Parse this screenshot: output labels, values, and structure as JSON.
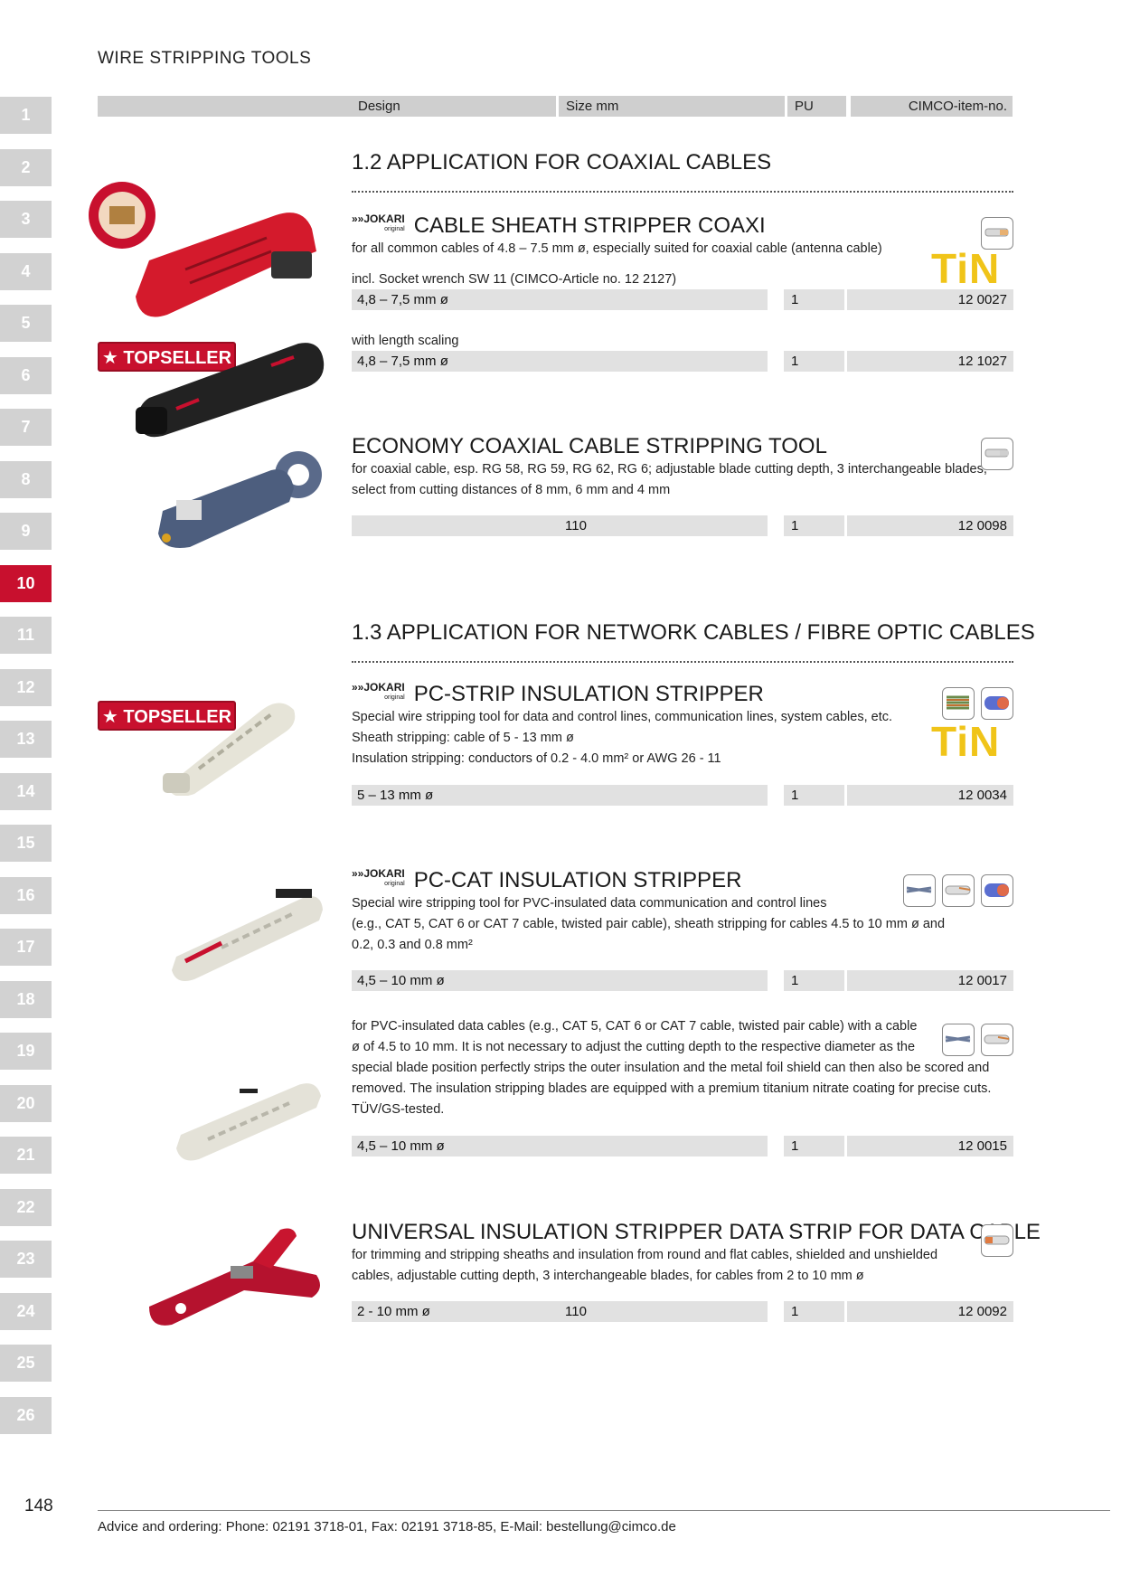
{
  "page_title": "WIRE STRIPPING TOOLS",
  "columns": [
    "Design",
    "Size mm",
    "PU",
    "CIMCO-item-no."
  ],
  "tabs": [
    "1",
    "2",
    "3",
    "4",
    "5",
    "6",
    "7",
    "8",
    "9",
    "10",
    "11",
    "12",
    "13",
    "14",
    "15",
    "16",
    "17",
    "18",
    "19",
    "20",
    "21",
    "22",
    "23",
    "24",
    "25",
    "26"
  ],
  "active_tab": "10",
  "sections": [
    {
      "title": "1.2 APPLICATION FOR COAXIAL CABLES"
    },
    {
      "title": "1.3 APPLICATION FOR NETWORK CABLES / FIBRE OPTIC CABLES"
    }
  ],
  "brand": {
    "name": "»»JOKARI",
    "tag": "original"
  },
  "badge": "TOPSELLER",
  "tin_label": "TiN",
  "products": {
    "coaxi": {
      "title": "CABLE SHEATH STRIPPER COAXI",
      "desc1": "for all common cables of 4.8 – 7.5 mm ø, especially suited for coaxial cable (antenna cable)",
      "desc2": "incl. Socket wrench SW 11 (CIMCO-Article no. 12 2127)",
      "row1": {
        "design": "4,8 – 7,5 mm ø",
        "size": "",
        "pu": "1",
        "item": "12 0027"
      },
      "desc3": "with length scaling",
      "row2": {
        "design": "4,8 – 7,5 mm ø",
        "size": "",
        "pu": "1",
        "item": "12 1027"
      }
    },
    "economy": {
      "title": "ECONOMY COAXIAL CABLE STRIPPING TOOL",
      "desc1": "for coaxial cable, esp. RG 58, RG 59, RG 62, RG 6; adjustable blade cutting depth, 3 interchangeable blades,",
      "desc2": "select from cutting distances of 8 mm, 6 mm and 4 mm",
      "row": {
        "design": "",
        "size": "110",
        "pu": "1",
        "item": "12 0098"
      }
    },
    "pcstrip": {
      "title": "PC-STRIP INSULATION STRIPPER",
      "desc1": "Special wire stripping tool for data and control lines, communication lines, system cables, etc.",
      "desc2": "Sheath stripping: cable of 5 - 13 mm ø",
      "desc3": "Insulation stripping: conductors of 0.2 - 4.0 mm² or AWG 26 - 11",
      "row": {
        "design": "5 – 13 mm ø",
        "size": "",
        "pu": "1",
        "item": "12 0034"
      }
    },
    "pccat": {
      "title": "PC-CAT INSULATION STRIPPER",
      "desc1": "Special wire stripping tool for PVC-insulated data communication and control lines",
      "desc2": "(e.g., CAT 5, CAT 6 or CAT 7 cable, twisted pair cable), sheath stripping for cables 4.5 to 10 mm ø and",
      "desc3": "0.2, 0.3 and 0.8 mm²",
      "row": {
        "design": "4,5 – 10 mm ø",
        "size": "",
        "pu": "1",
        "item": "12 0017"
      },
      "desc4": "for PVC-insulated data cables (e.g., CAT 5, CAT 6 or CAT 7 cable, twisted pair cable) with a cable",
      "desc5": "ø of 4.5 to 10 mm. It is not necessary to adjust the cutting depth to the respective diameter as the",
      "desc6": "special blade position perfectly strips the outer insulation and the metal foil shield can then also be scored and",
      "desc7": "removed. The insulation stripping blades are equipped with a premium titanium nitrate coating for precise cuts.",
      "desc8": "TÜV/GS-tested.",
      "row2": {
        "design": "4,5 – 10 mm ø",
        "size": "",
        "pu": "1",
        "item": "12 0015"
      }
    },
    "datastrip": {
      "title": "UNIVERSAL INSULATION STRIPPER DATA STRIP FOR DATA CABLE",
      "desc1": "for trimming and stripping sheaths and insulation from round and flat cables, shielded and unshielded",
      "desc2": "cables, adjustable cutting depth, 3 interchangeable blades, for cables from 2 to 10 mm ø",
      "row": {
        "design": "2 - 10 mm ø",
        "size": "110",
        "pu": "1",
        "item": "12 0092"
      }
    }
  },
  "page_number": "148",
  "footer": "Advice and ordering: Phone: 02191 3718-01, Fax: 02191 3718-85, E-Mail: bestellung@cimco.de"
}
